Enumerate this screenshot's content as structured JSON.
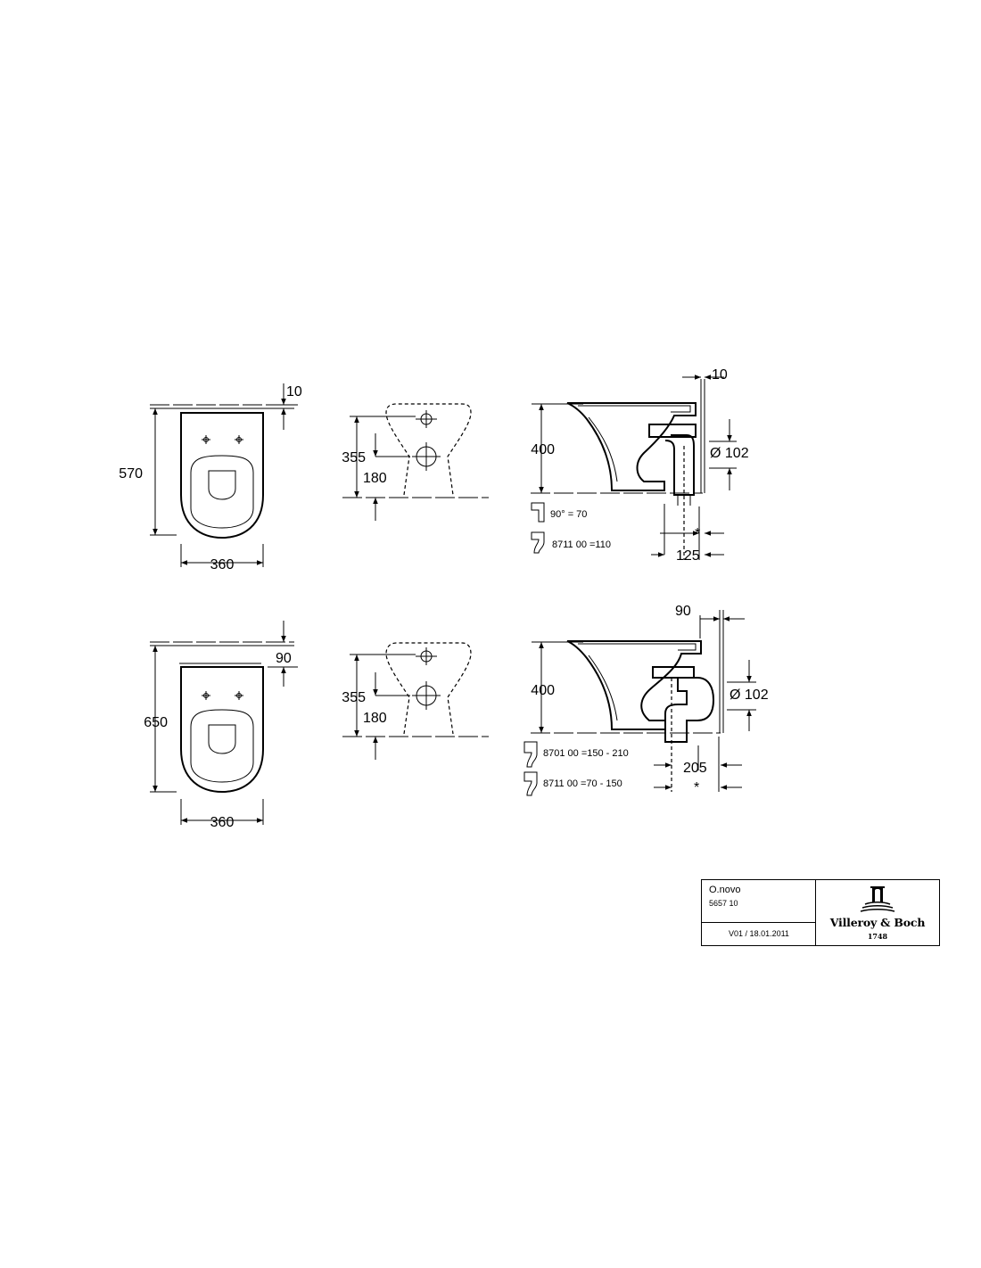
{
  "view1": {
    "plan_offset": "10",
    "plan_depth": "570",
    "plan_width": "360",
    "front_height": "355",
    "front_inlet": "180",
    "side_height": "400",
    "side_gap": "10",
    "side_diameter": "Ø 102",
    "side_distance": "125",
    "side_star": "*",
    "connector1": "90°     =      70",
    "connector2": "8711 00  =110"
  },
  "view2": {
    "plan_offset": "90",
    "plan_depth": "650",
    "plan_width": "360",
    "front_height": "355",
    "front_inlet": "180",
    "side_height": "400",
    "side_gap": "90",
    "side_diameter": "Ø 102",
    "side_distance": "205",
    "side_star": "*",
    "connector1": "8701 00  =150 - 210",
    "connector2": "8711 00  =70 -  150"
  },
  "title_block": {
    "product_name": "O.novo",
    "product_code": "5657 10",
    "version": "V01 / 18.01.2011",
    "brand": "Villeroy & Boch",
    "year": "1748"
  }
}
